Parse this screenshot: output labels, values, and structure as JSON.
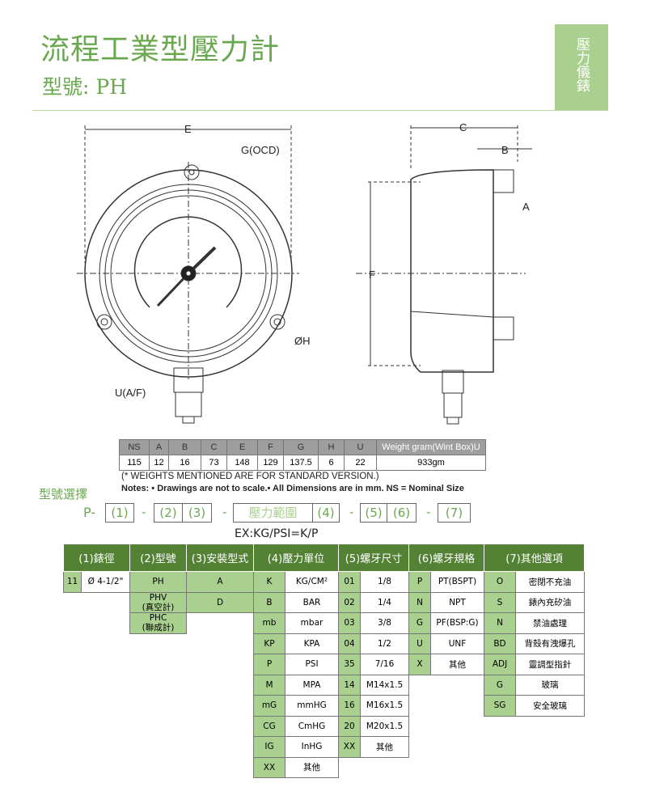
{
  "header": {
    "title": "流程工業型壓力計",
    "subtitle": "型號: PH",
    "category": "壓力儀錶"
  },
  "drawing": {
    "labels": {
      "E": "E",
      "G": "G(OCD)",
      "H": "ØH",
      "U": "U(A/F)",
      "C": "C",
      "B": "B",
      "A": "A",
      "F": "F"
    }
  },
  "dimensions": {
    "headers": [
      "NS",
      "A",
      "B",
      "C",
      "E",
      "F",
      "G",
      "H",
      "U",
      "Weight gram(Wint Box)U"
    ],
    "values": [
      "115",
      "12",
      "16",
      "73",
      "148",
      "129",
      "137.5",
      "6",
      "22",
      "933gm"
    ]
  },
  "weight_note": "(* WEIGHTS MENTIONED ARE FOR STANDARD VERSION.)",
  "notes": "Notes:  • Drawings are not to scale.•   All Dimensions are in mm.   NS = Nominal Size",
  "model_selection": {
    "label": "型號選擇",
    "prefix": "P-",
    "boxes": [
      "(1)",
      "(2)",
      "(3)",
      "壓力範圍",
      "(4)",
      "(5)",
      "(6)",
      "(7)"
    ],
    "dash": "-",
    "example": "EX:KG/PSI=K/P"
  },
  "order_table": {
    "headers": [
      "(1)錶徑",
      "(2)型號",
      "(3)安裝型式",
      "(4)壓力單位",
      "(5)螺牙尺寸",
      "(6)螺牙規格",
      "(7)其他選項"
    ],
    "size": [
      {
        "code": "11",
        "desc": "Ø 4-1/2\""
      }
    ],
    "model": [
      {
        "code": "PH",
        "sub": ""
      },
      {
        "code": "PHV",
        "sub": "(真空計)"
      },
      {
        "code": "PHC",
        "sub": "(聯成計)"
      }
    ],
    "mount": [
      "A",
      "D"
    ],
    "unit": [
      {
        "code": "K",
        "desc": "KG/CM²"
      },
      {
        "code": "B",
        "desc": "BAR"
      },
      {
        "code": "mb",
        "desc": "mbar"
      },
      {
        "code": "KP",
        "desc": "KPA"
      },
      {
        "code": "P",
        "desc": "PSI"
      },
      {
        "code": "M",
        "desc": "MPA"
      },
      {
        "code": "mG",
        "desc": "mmHG"
      },
      {
        "code": "CG",
        "desc": "CmHG"
      },
      {
        "code": "IG",
        "desc": "InHG"
      },
      {
        "code": "XX",
        "desc": "其他"
      }
    ],
    "thread_size": [
      {
        "code": "01",
        "desc": "1/8"
      },
      {
        "code": "02",
        "desc": "1/4"
      },
      {
        "code": "03",
        "desc": "3/8"
      },
      {
        "code": "04",
        "desc": "1/2"
      },
      {
        "code": "35",
        "desc": "7/16"
      },
      {
        "code": "14",
        "desc": "M14x1.5"
      },
      {
        "code": "16",
        "desc": "M16x1.5"
      },
      {
        "code": "20",
        "desc": "M20x1.5"
      },
      {
        "code": "XX",
        "desc": "其他"
      }
    ],
    "thread_type": [
      {
        "code": "P",
        "desc": "PT(BSPT)"
      },
      {
        "code": "N",
        "desc": "NPT"
      },
      {
        "code": "G",
        "desc": "PF(BSP:G)"
      },
      {
        "code": "U",
        "desc": "UNF"
      },
      {
        "code": "X",
        "desc": "其他"
      }
    ],
    "options": [
      {
        "code": "O",
        "desc": "密閉不充油"
      },
      {
        "code": "S",
        "desc": "錶內充矽油"
      },
      {
        "code": "N",
        "desc": "禁油處理"
      },
      {
        "code": "BD",
        "desc": "背殼有洩爆孔"
      },
      {
        "code": "ADJ",
        "desc": "靈調型指針"
      },
      {
        "code": "G",
        "desc": "玻璃"
      },
      {
        "code": "SG",
        "desc": "安全玻璃"
      }
    ]
  }
}
